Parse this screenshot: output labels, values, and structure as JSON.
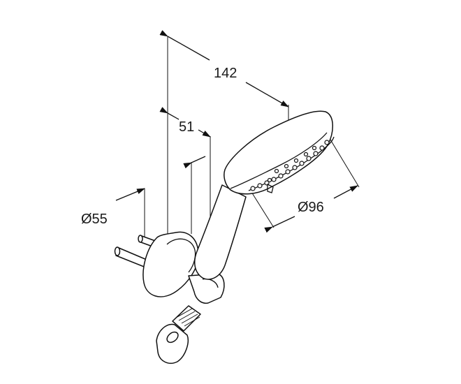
{
  "dimensions": {
    "overall_length": "142",
    "offset": "51",
    "bracket_diameter": "Ø55",
    "head_diameter": "Ø96"
  }
}
